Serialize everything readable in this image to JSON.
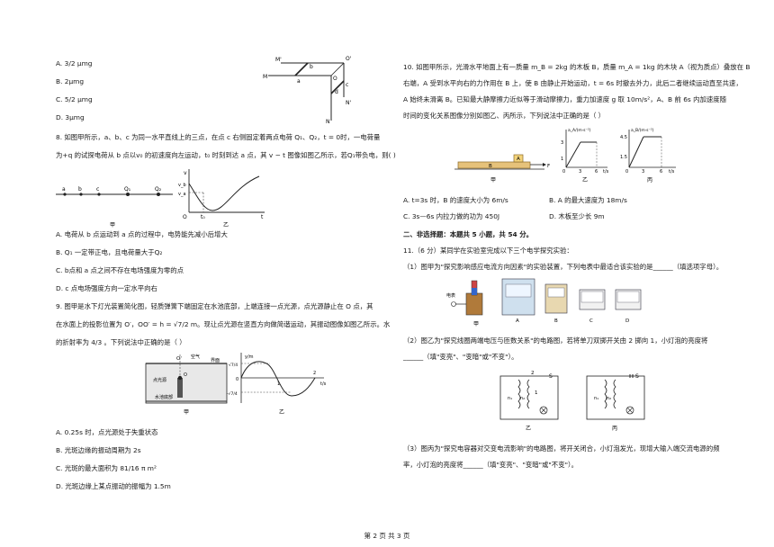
{
  "left": {
    "q7_options": [
      "A. 3/2 μmg",
      "B. 2μmg",
      "C. 5/2 μmg",
      "D. 3μmg"
    ],
    "q7_fig_labels": {
      "M_prime": "M'",
      "M": "M",
      "O_prime": "O'",
      "O": "O",
      "a": "a",
      "b": "b",
      "c": "c",
      "d": "d",
      "N": "N",
      "N_prime": "N'"
    },
    "q8_text_1": "8. 如图甲所示，a、b、c 为同一水平直线上的三点，在点 c 右侧固定着两点电荷 Q₁、Q₂，t = 0时，一电荷量",
    "q8_text_2": "为+q 的试探电荷从 b 点以v₀ 的初速度向左运动，t₀ 时刻到达 a 点，其 v − t 图像如图乙所示，若Q₁带负电，则(        )",
    "q8_fig_labels": {
      "a": "a",
      "b": "b",
      "c": "c",
      "Q1": "Q₁",
      "Q2": "Q₂",
      "jia": "甲",
      "yi": "乙",
      "v": "v",
      "vb": "v_b",
      "va": "v_a",
      "O": "O",
      "t0": "t₀",
      "t": "t"
    },
    "q8_options": [
      "A. 电荷从 b 点运动到 a 点的过程中，电势能先减小后增大",
      "B. Q₁ 一定带正电，且电荷量大于Q₂",
      "C. b点和 a 点之间不存在电场强度为零的点",
      "D. c 点电场强度方向一定水平向右"
    ],
    "q9_text_1": "9. 图甲是水下灯光装置简化图，轻质弹簧下端固定在水池底部，上端连接一点光源，点光源静止在 O 点，其",
    "q9_text_2": "在水面上的投影位置为 O′，OO′ = h = √7/2 m。现让点光源在竖直方向做简谐运动，其振动图像如图乙所示。水",
    "q9_text_3": "的折射率为 4/3 。下列说法中正确的是（        ）",
    "q9_fig_labels": {
      "O_prime": "O'",
      "air": "空气",
      "interface": "界面",
      "light": "点光源",
      "O": "O",
      "bottom": "水池底部",
      "jia": "甲",
      "yi": "乙",
      "ym": "y/m",
      "y_top": "√7/4",
      "y_bot": "-√7/4",
      "zero": "0",
      "one": "1",
      "two": "2",
      "ts": "t/s"
    },
    "q9_options": [
      "A. 0.25s 时，点光源处于失重状态",
      "B. 光斑边缘的振动周期为 2s",
      "C. 光斑的最大面积为 81/16 π m²",
      "D. 光斑边缘上某点振动的振幅为 1.5m"
    ]
  },
  "right": {
    "q10_text": [
      "10. 如图甲所示，光滑水平地面上有一质量 m_B = 2kg 的木板 B，质量 m_A = 1kg 的木块 A（视为质点）叠放在 B",
      "右端，A 受到水平向右的力作用在 B 上，使 B 由静止开始运动，t = 6s 时撤去外力，此后二者继续运动直至共速，",
      "A 始终未滑离 B。已知最大静摩擦力近似等于滑动摩擦力，重力加速度 g 取 10m/s²，A、B 前 6s 内加速度随",
      "时间的变化关系图像分别如图乙、丙所示，下列说法中正确的是（        ）"
    ],
    "q10_fig_labels": {
      "A": "A",
      "B": "B",
      "F": "F",
      "jia": "甲",
      "yi": "乙",
      "bing": "丙",
      "aA": "a_A/(m·s⁻²)",
      "aB": "a_B/(m·s⁻²)",
      "three": "3",
      "one": "1",
      "zero": "0",
      "six": "6",
      "ts": "t/s",
      "four5": "4.5",
      "one5": "1.5"
    },
    "q10_options": [
      "A. t=3s 时，B 的速度大小为 6m/s",
      "B. A 的最大速度为 18m/s",
      "C. 3s—6s 内拉力做的功为 450J",
      "D. 木板至少长 9m"
    ],
    "section2": "二、非选择题：本题共 5 小题，共 54 分。",
    "q11_intro": "11.（6 分）某同学在实验室完成以下三个电学探究实验：",
    "q11_part1": "（1）图甲为\"探究影响感应电流方向因素\"的实验装置，下列电表中最适合该实验的是______（填选项字母）。",
    "q11_fig1_labels": {
      "meter": "电表",
      "jia": "甲",
      "A": "A",
      "B": "B",
      "C": "C",
      "D": "D"
    },
    "q11_part2_1": "（2）图乙为\"探究线圈两端电压与匝数关系\"的电路图，若将单刀双掷开关由 2 掷向 1，小灯泡的亮度将",
    "q11_part2_2": "______（填\"变亮\"、\"变暗\"或\"不变\"）。",
    "q11_fig2_labels": {
      "one": "1",
      "two": "2",
      "S": "S",
      "n1": "n₁",
      "n2": "n₂",
      "yi": "乙",
      "bing": "丙"
    },
    "q11_part3_1": "（3）图丙为\"探究电容器对交变电流影响\"的电路图，将开关闭合，小灯泡发光，现增大输入端交流电源的频",
    "q11_part3_2": "率，小灯泡的亮度将______（填\"变亮\"、\"变暗\"或\"不变\"）。"
  },
  "footer": "第 2 页  共 3 页"
}
